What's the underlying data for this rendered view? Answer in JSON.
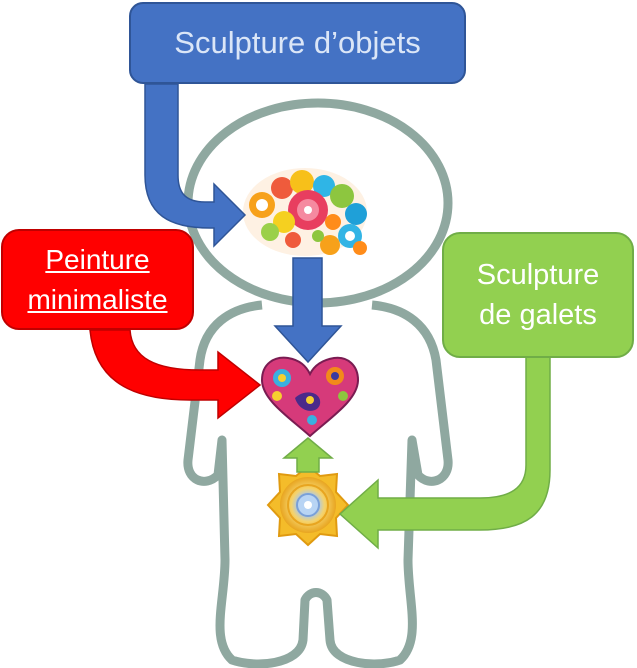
{
  "boxes": {
    "top": {
      "line1": "Sculpture d’objets"
    },
    "left": {
      "line1": "Peinture",
      "line2": "minimaliste"
    },
    "right": {
      "line1": "Sculpture",
      "line2": "de galets"
    }
  },
  "colors": {
    "blue": "#4472c4",
    "red": "#ff0000",
    "green": "#92d050",
    "figure_outline": "#8fa8a0"
  },
  "icons": [
    "person-figure",
    "colorful-brain-icon",
    "paisley-heart-icon",
    "solar-plexus-chakra-icon"
  ]
}
